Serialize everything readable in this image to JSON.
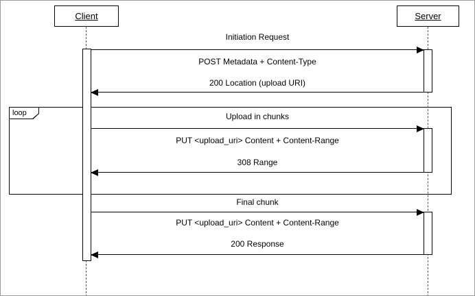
{
  "diagram": {
    "actors": [
      {
        "label": "Client"
      },
      {
        "label": "Server"
      }
    ],
    "loop_label": "loop",
    "sections": [
      {
        "title": "Initiation Request",
        "request": "POST Metadata + Content-Type",
        "response": "200 Location (upload URI)"
      },
      {
        "title": "Upload in chunks",
        "request": "PUT <upload_uri> Content + Content-Range",
        "response": "308 Range"
      },
      {
        "title": "Final chunk",
        "request": "PUT <upload_uri> Content + Content-Range",
        "response": "200 Response"
      }
    ]
  }
}
